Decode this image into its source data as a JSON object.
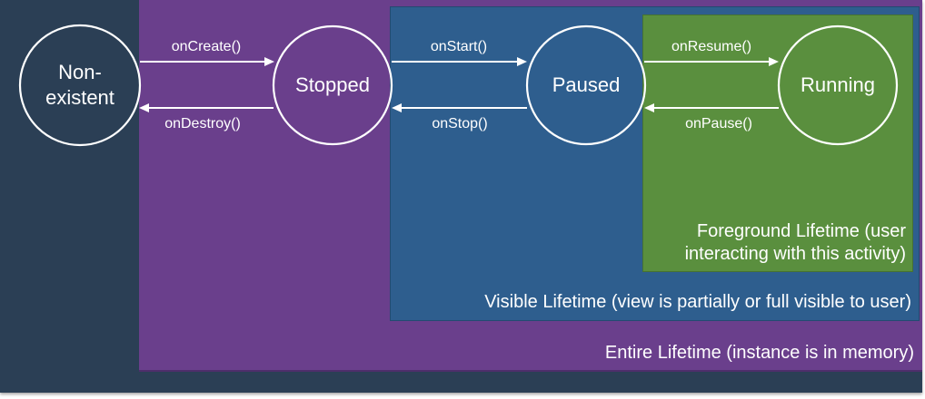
{
  "regions": {
    "entire_lifetime": "Entire Lifetime (instance is in memory)",
    "visible_lifetime": "Visible Lifetime (view is partially or full visible to user)",
    "foreground_lifetime": "Foreground Lifetime (user interacting with this activity)"
  },
  "states": {
    "non_existent_line1": "Non-",
    "non_existent_line2": "existent",
    "stopped": "Stopped",
    "paused": "Paused",
    "running": "Running"
  },
  "transitions": {
    "on_create": "onCreate()",
    "on_destroy": "onDestroy()",
    "on_start": "onStart()",
    "on_stop": "onStop()",
    "on_resume": "onResume()",
    "on_pause": "onPause()"
  },
  "colors": {
    "outer_background": "#2b3f55",
    "entire_lifetime": "#6a3f8c",
    "visible_lifetime": "#2e5e8e",
    "foreground_lifetime": "#5a8f3e",
    "foreground": "#ffffff"
  }
}
